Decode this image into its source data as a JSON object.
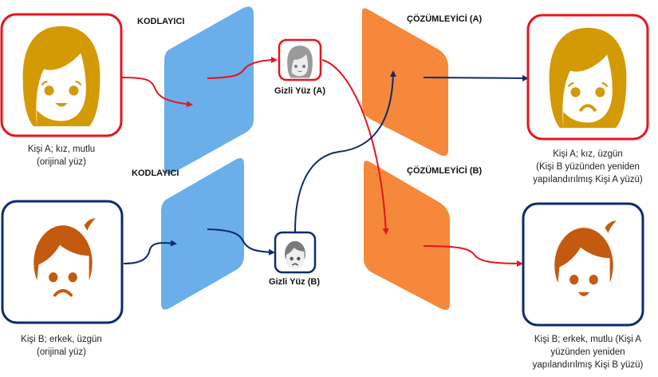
{
  "title": "Deepfake autoencoder face swap diagram",
  "colors": {
    "person_a_border": "#e8141e",
    "person_b_border": "#0d2a6b",
    "person_a_face": "#d49a05",
    "person_b_face": "#c45a10",
    "encoder_fill": "#6aaeea",
    "decoder_fill": "#f5883a",
    "latent_face": "#9a9a9a",
    "arrow_red": "#e8141e",
    "arrow_navy": "#0d2a6b"
  },
  "encoders": [
    {
      "id": "encoder-a",
      "label": "KODLAYICI"
    },
    {
      "id": "encoder-b",
      "label": "KODLAYICI"
    }
  ],
  "decoders": [
    {
      "id": "decoder-a",
      "label": "ÇÖZÜMLEYİCİ (A)"
    },
    {
      "id": "decoder-b",
      "label": "ÇÖZÜMLEYİCİ (B)"
    }
  ],
  "latents": [
    {
      "id": "latent-a",
      "label": "Gizli Yüz (A)"
    },
    {
      "id": "latent-b",
      "label": "Gizli Yüz (B)"
    }
  ],
  "faces": {
    "input_a": {
      "caption": [
        "Kişi A; kız, mutlu",
        "(orijinal yüz)"
      ],
      "expression": "happy"
    },
    "input_b": {
      "caption": [
        "Kişi B; erkek, üzgün",
        "(orijinal yüz)"
      ],
      "expression": "sad"
    },
    "output_a": {
      "caption": [
        "Kişi A; kız, üzgün",
        "(Kişi B yüzünden yeniden",
        "yapılandırılmış Kişi A yüzü)"
      ],
      "expression": "sad"
    },
    "output_b": {
      "caption": [
        "Kişi B; erkek, mutlu (Kişi A",
        "yüzünden yeniden",
        "yapılandırılmış Kişi B yüzü)"
      ],
      "expression": "happy"
    }
  }
}
